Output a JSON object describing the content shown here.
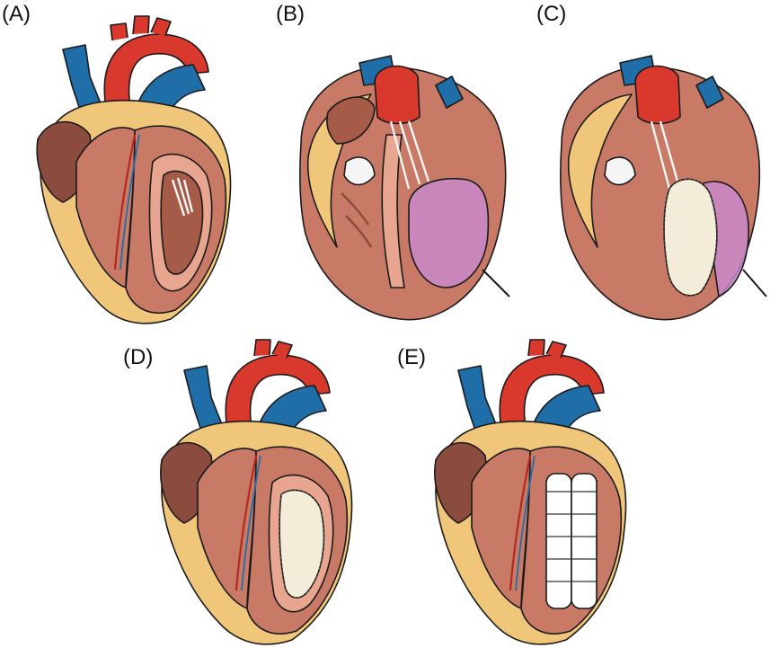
{
  "panels": [
    {
      "id": "A",
      "label": "(A)"
    },
    {
      "id": "B",
      "label": "(B)"
    },
    {
      "id": "C",
      "label": "(C)"
    },
    {
      "id": "D",
      "label": "(D)"
    },
    {
      "id": "E",
      "label": "(E)"
    }
  ],
  "colors": {
    "aorta": "#d8392c",
    "vein": "#1f6ea8",
    "muscle": "#c97a66",
    "muscle_dark": "#8b4b3e",
    "fat": "#f0c77a",
    "endocardium": "#e8a58f",
    "balloon": "#c88ad0",
    "patch": "#f2ecd8",
    "felt": "#ffffff",
    "outline": "#1a1a1a"
  }
}
